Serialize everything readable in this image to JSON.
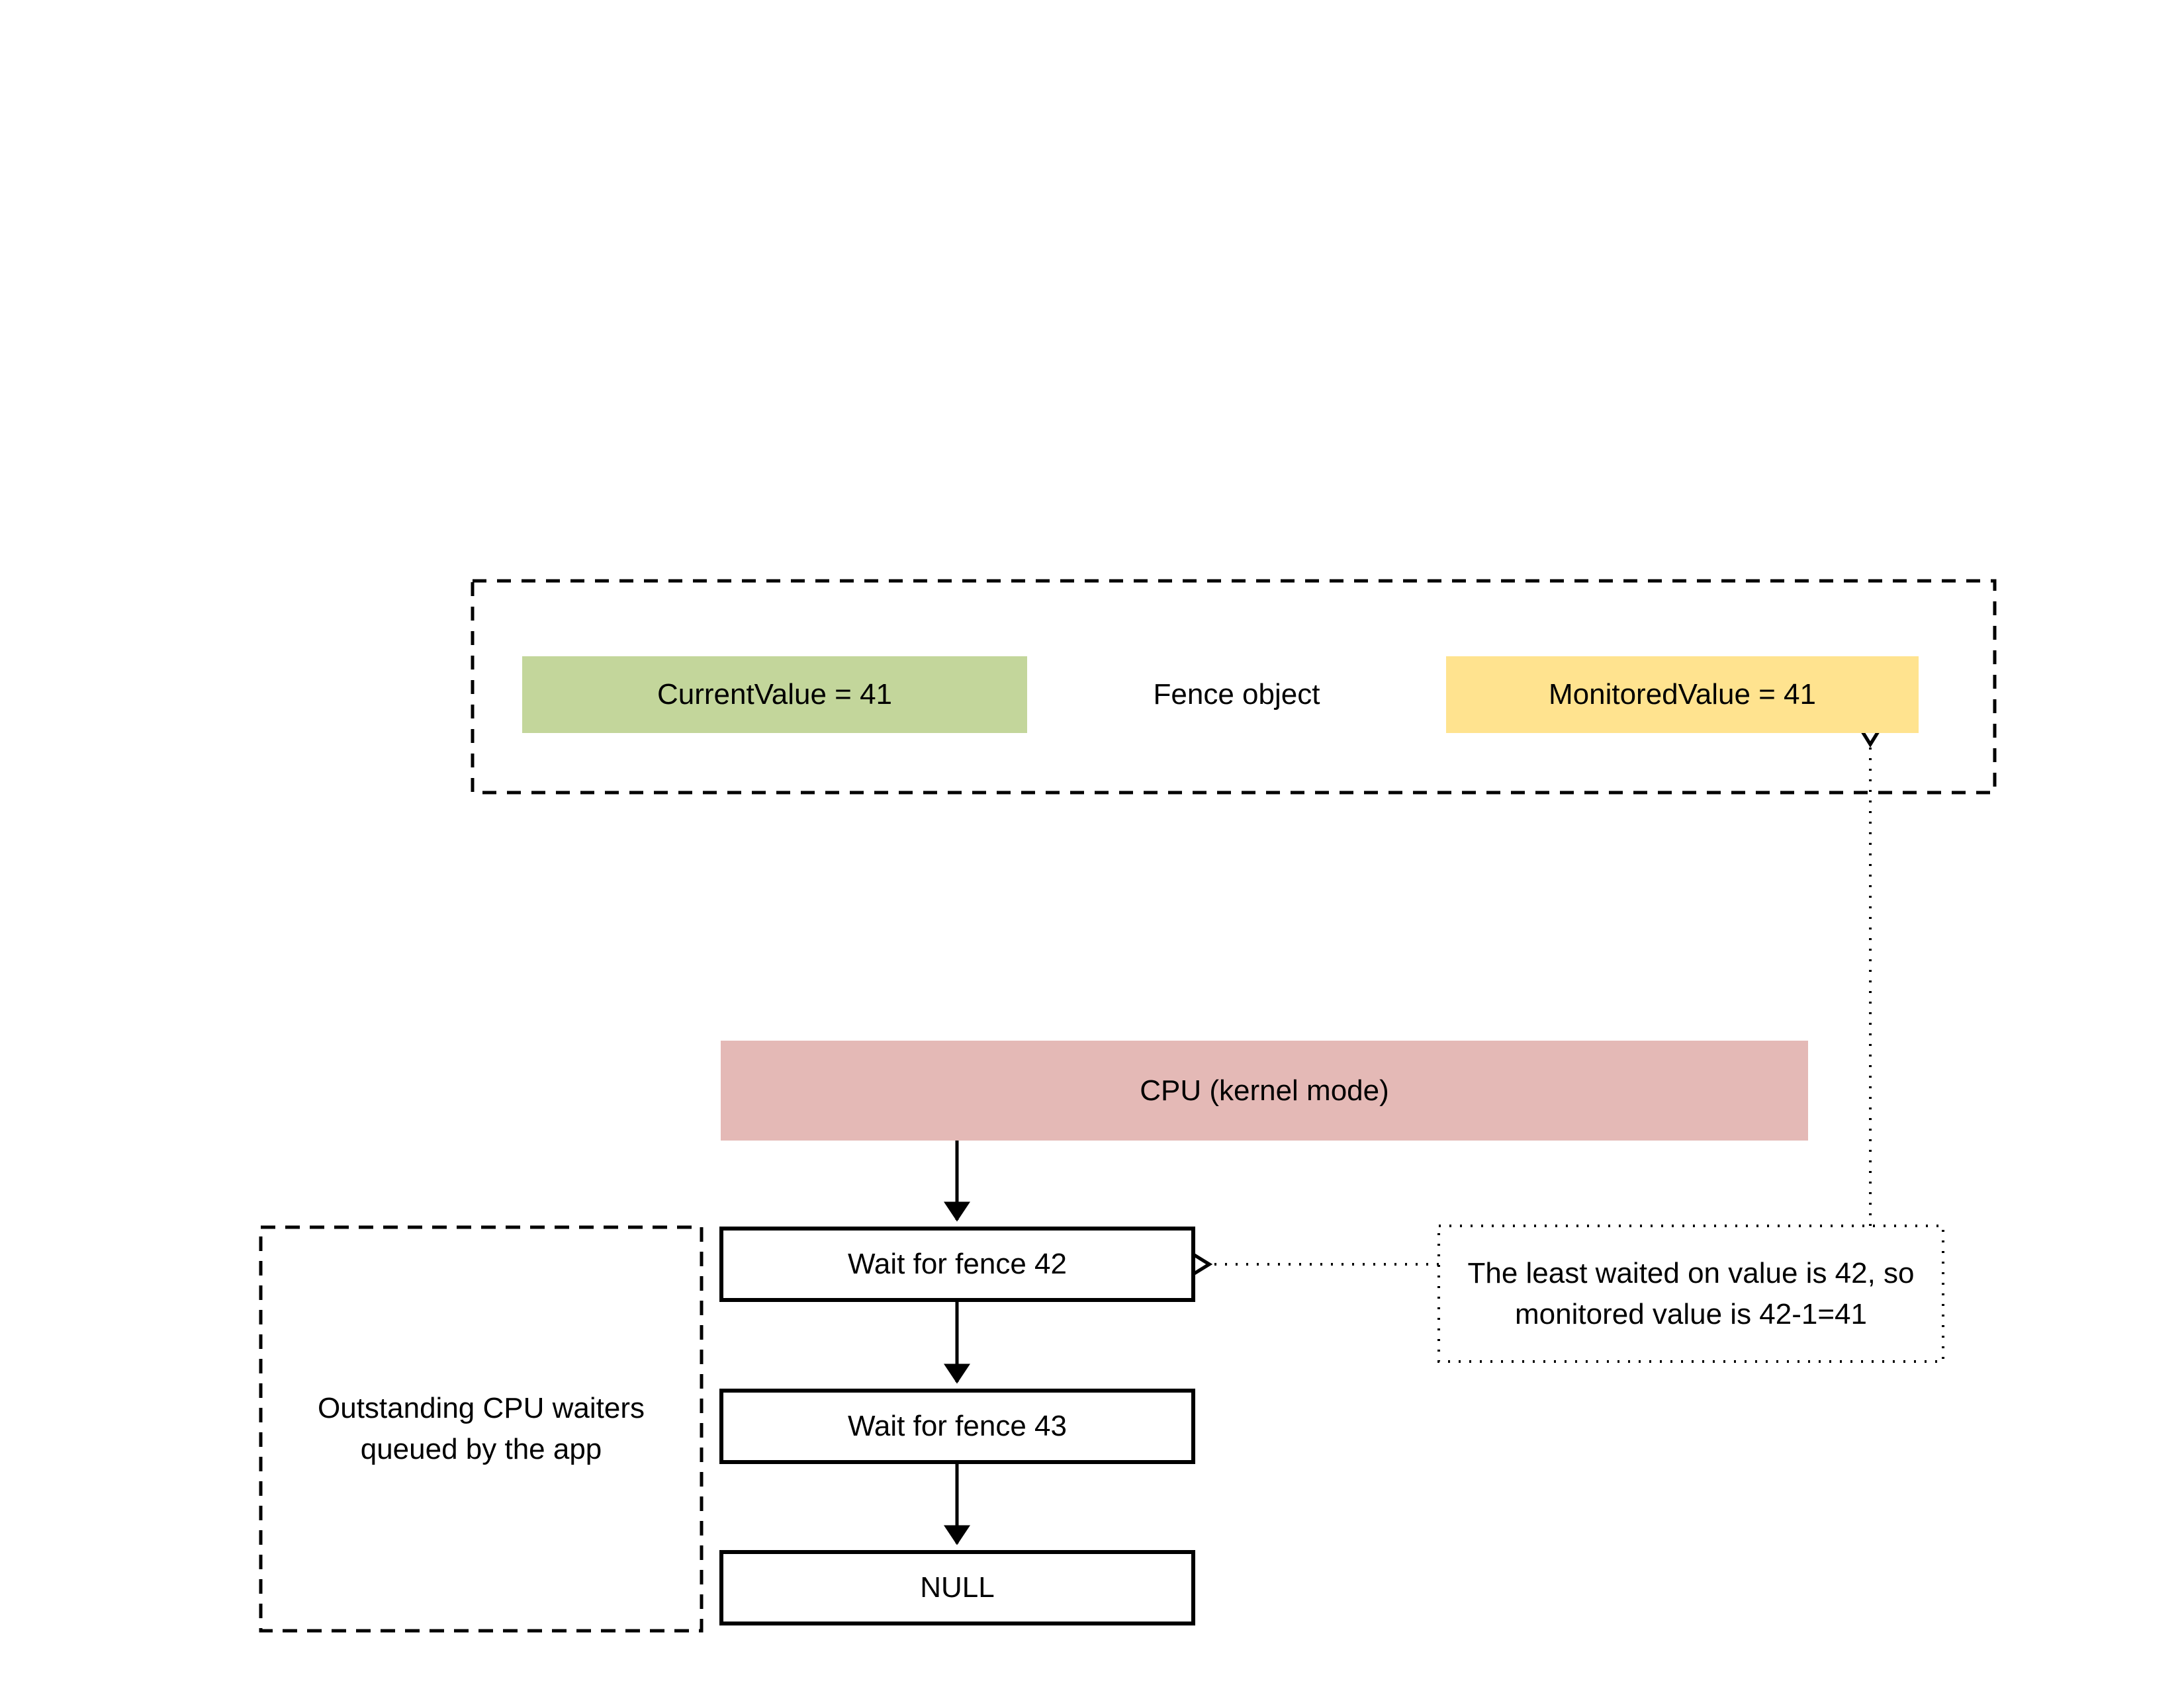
{
  "diagram": {
    "fence_object": {
      "label": "Fence object",
      "current_value": "CurrentValue = 41",
      "monitored_value": "MonitoredValue = 41"
    },
    "cpu": {
      "label": "CPU (kernel mode)"
    },
    "waiter_queue": [
      "Wait for fence 42",
      "Wait for fence 43",
      "NULL"
    ],
    "waiters_group_label": "Outstanding CPU waiters queued by the app",
    "annotation": "The least waited on value is 42, so monitored value is 42-1=41",
    "colors": {
      "current_value_fill": "#c3d69b",
      "monitored_value_fill": "#ffe38f",
      "cpu_fill": "#e4b9b6",
      "line_color": "#000000",
      "background": "#ffffff"
    }
  }
}
